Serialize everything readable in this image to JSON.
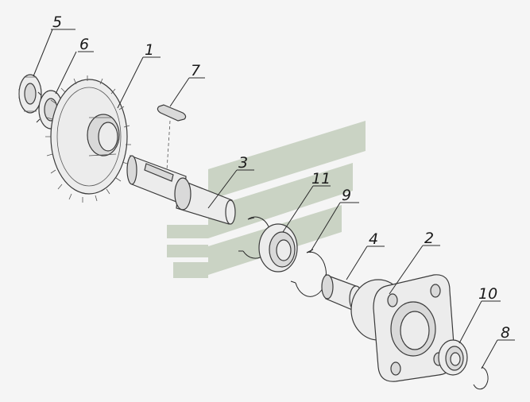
{
  "labels": [
    "5",
    "6",
    "1",
    "7",
    "3",
    "11",
    "9",
    "4",
    "2",
    "10",
    "8"
  ],
  "colors": {
    "background": "#f5f5f5",
    "watermark": "#bcc8b4",
    "line": "#2a2a2a"
  }
}
